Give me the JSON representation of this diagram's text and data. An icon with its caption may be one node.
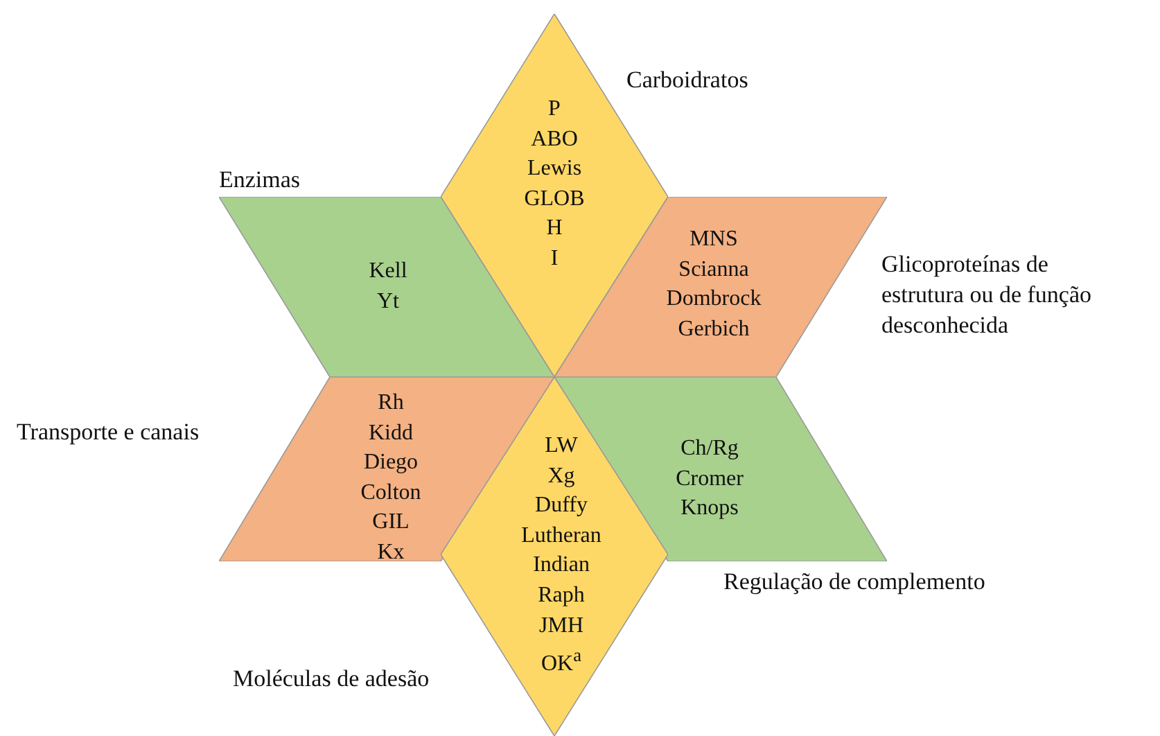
{
  "diagram": {
    "nodes": [
      {
        "text": [
          "Carboidratos",
          "P",
          "ABO",
          "Lewis",
          "GLOB",
          "H",
          "I"
        ]
      },
      {
        "text": [
          "Enzimas",
          "Kell",
          "Yt"
        ]
      },
      {
        "text": [
          "Glicoproteínas de estrutura ou de função desconhecida",
          "MNS",
          "Scianna",
          "Dombrock",
          "Gerbich"
        ]
      },
      {
        "text": [
          "Transporte e canais",
          "Rh",
          "Kidd",
          "Diego",
          "Colton",
          "GIL",
          "Kx"
        ]
      },
      {
        "text": [
          "Regulação de complemento",
          "Ch/Rg",
          "Cromer",
          "Knops"
        ]
      },
      {
        "text": [
          "Moléculas de adesão",
          "LW",
          "Xg",
          "Duffy",
          "Lutheran",
          "Indian",
          "Raph",
          "JMH",
          "OK$^{a}$"
        ]
      }
    ]
  }
}
